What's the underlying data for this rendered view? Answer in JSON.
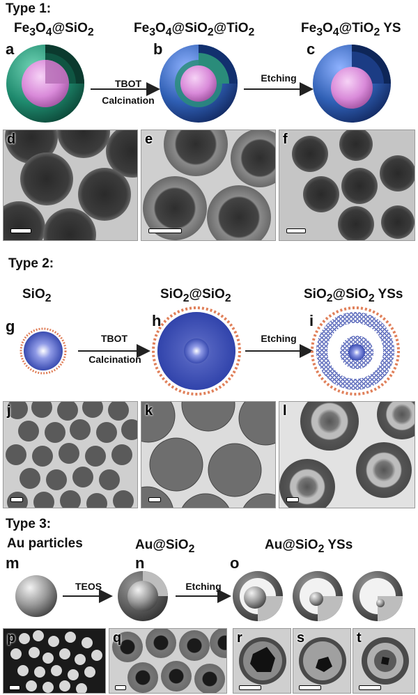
{
  "type1": {
    "title": "Type 1:",
    "headers": [
      "Fe3O4@SiO2",
      "Fe3O4@SiO2@TiO2",
      "Fe3O4@TiO2 YS"
    ],
    "panels": [
      "a",
      "b",
      "c"
    ],
    "arrow1": {
      "top": "TBOT",
      "bottom": "Calcination"
    },
    "arrow2": {
      "top": "Etching"
    },
    "micro": [
      "d",
      "e",
      "f"
    ]
  },
  "type2": {
    "title": "Type 2:",
    "headers": [
      "SiO2",
      "SiO2@SiO2",
      "SiO2@SiO2 YSs"
    ],
    "panels": [
      "g",
      "h",
      "i"
    ],
    "arrow1": {
      "top": "TBOT",
      "bottom": "Calcination"
    },
    "arrow2": {
      "top": "Etching"
    },
    "micro": [
      "j",
      "k",
      "l"
    ]
  },
  "type3": {
    "title": "Type 3:",
    "headers": [
      "Au particles",
      "Au@SiO2",
      "Au@SiO2 YSs"
    ],
    "panels": [
      "m",
      "n",
      "o"
    ],
    "arrow1": {
      "top": "TEOS"
    },
    "arrow2": {
      "top": "Etching"
    },
    "micro": [
      "p",
      "q",
      "r",
      "s",
      "t"
    ]
  },
  "colors": {
    "core_pink": "#d98ad9",
    "shell_green": "#1f8a6e",
    "shell_blue": "#2f5fb4",
    "silica_blue": "#2c3fa8",
    "ligand_orange": "#e0805a",
    "gray_shell": "#555555"
  }
}
